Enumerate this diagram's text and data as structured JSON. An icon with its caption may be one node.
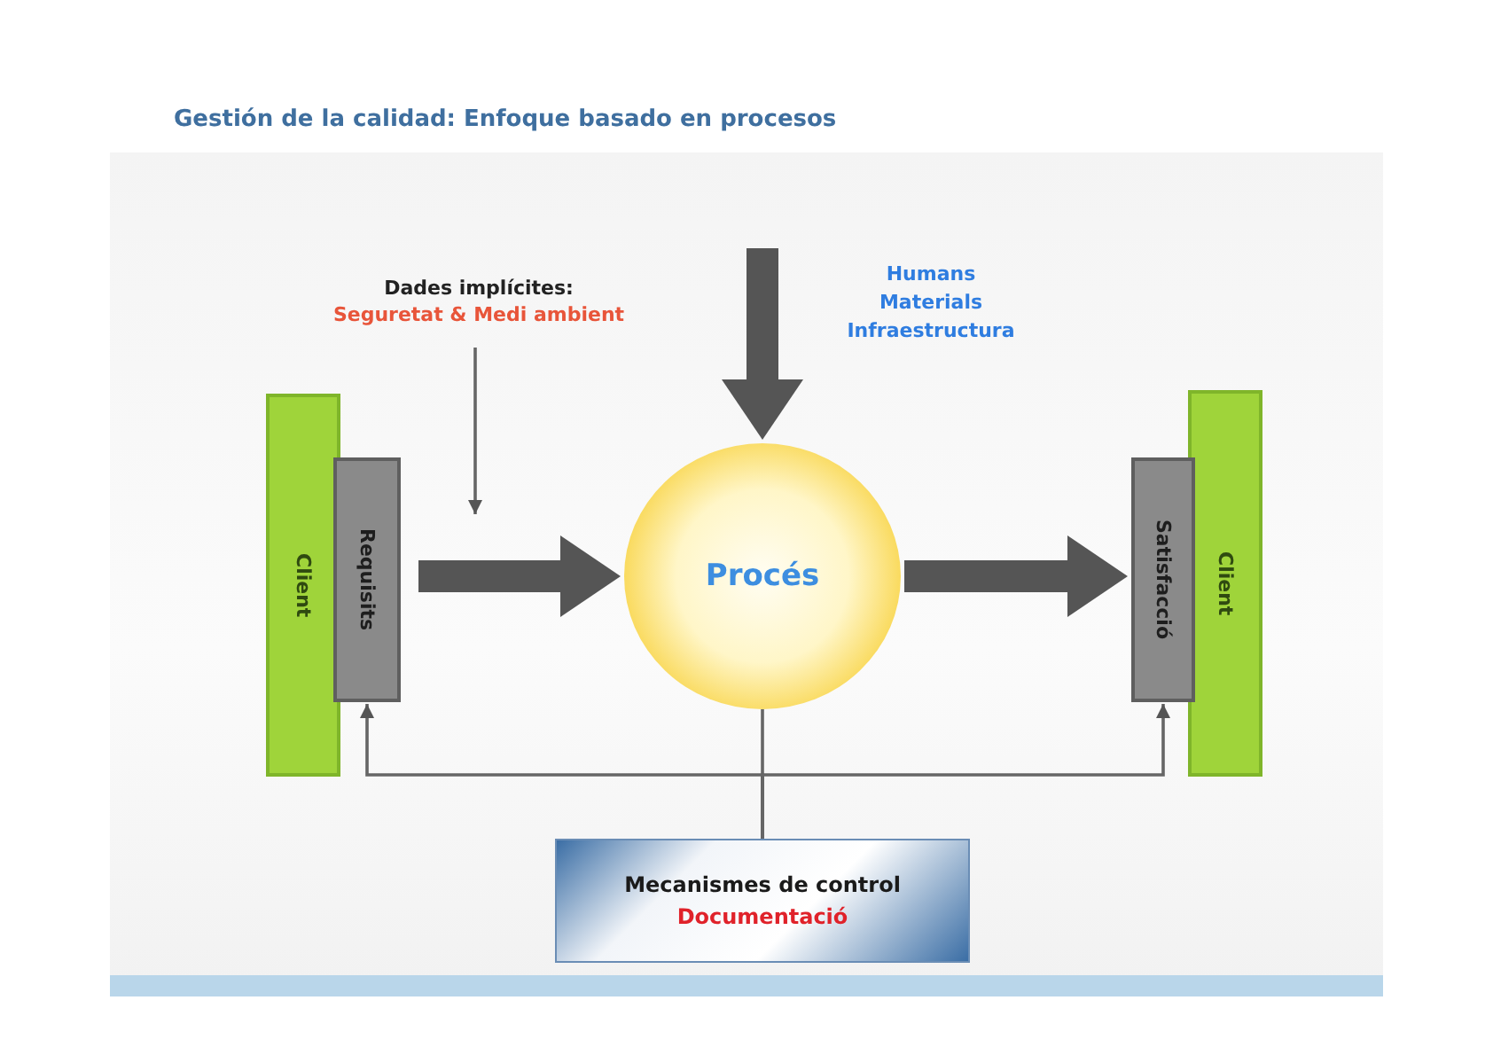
{
  "diagram": {
    "title": "Gestión de la calidad: Enfoque basado en procesos",
    "nodes": [
      {
        "text": [
          "Client"
        ]
      },
      {
        "text": [
          "Requisits"
        ]
      },
      {
        "text": [
          "Procés"
        ]
      },
      {
        "text": [
          "Satisfacció"
        ]
      },
      {
        "text": [
          "Client"
        ]
      },
      {
        "text": [
          "Mecanismes de control",
          "Documentació"
        ]
      },
      {
        "text": [
          "Dades implícites:",
          "Seguretat & Medi ambient"
        ]
      }
    ],
    "edges": [
      {
        "from": 1,
        "to": 2,
        "arrow": "to",
        "style": "thick"
      },
      {
        "from": 2,
        "to": 3,
        "arrow": "to",
        "style": "thick"
      },
      {
        "from": null,
        "to": 2,
        "arrow": "to",
        "style": "thick"
      },
      {
        "from": 5,
        "to": 2,
        "arrow": "none"
      },
      {
        "from": 5,
        "to": 1,
        "arrow": "to"
      },
      {
        "from": 5,
        "to": 3,
        "arrow": "to"
      },
      {
        "from": 6,
        "to": null,
        "arrow": "to"
      }
    ],
    "labels": [
      "Humans",
      "Materials",
      "Infraestructura"
    ]
  }
}
